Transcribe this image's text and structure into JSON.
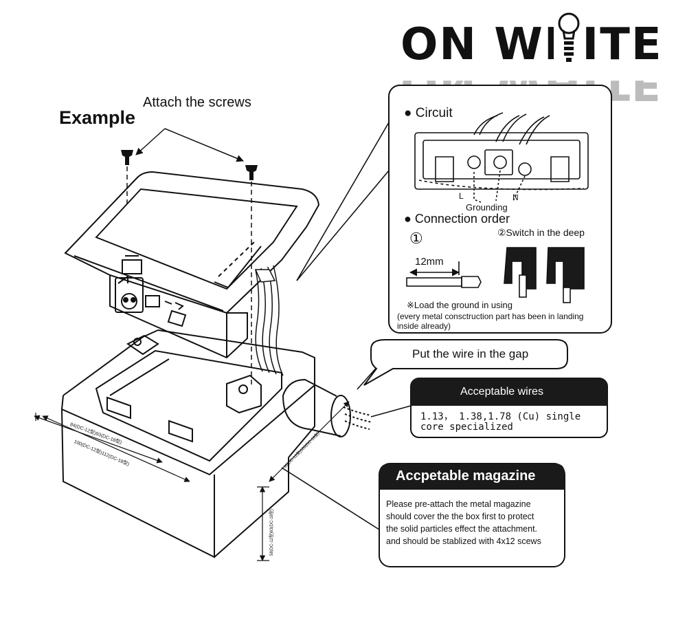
{
  "logo": {
    "text": "ON WHITE",
    "color": "#111111"
  },
  "example_title": "Example",
  "screws_caption": "Attach the screws",
  "circuit_panel": {
    "circuit_label": "Circuit",
    "l_label": "L",
    "n_label": "N",
    "grounding_label": "Grounding",
    "connection_order_label": "Connection order",
    "step1_marker": "①",
    "step2_label": "②Switch in the deep",
    "strip_length": "12mm",
    "note_line1": "※Load the ground in using",
    "note_line2": "(every metal consctruction part has been in landing",
    "note_line3": "inside already)"
  },
  "gap_callout": "Put the wire in the gap",
  "wires_panel": {
    "title": "Acceptable wires",
    "line1": "1.13， 1.38,1.78 (Cu) single",
    "line2": "core specialized"
  },
  "magazine_panel": {
    "title": "Accpetable magazine",
    "lines": [
      "Please pre-attach the metal magazine",
      "should cover the the box first to protect",
      "the solid particles effect the attachment.",
      "and should be stablized with 4x12 scews"
    ]
  },
  "dimensions": {
    "d1": "84(DC-12型)93(DC-18型)",
    "d2": "100(DC-12型)112(DC-18型)",
    "d3": "90(DC-12型)100(DC-18型)",
    "d4": "58(DC-12型)63(DC-18型)"
  }
}
